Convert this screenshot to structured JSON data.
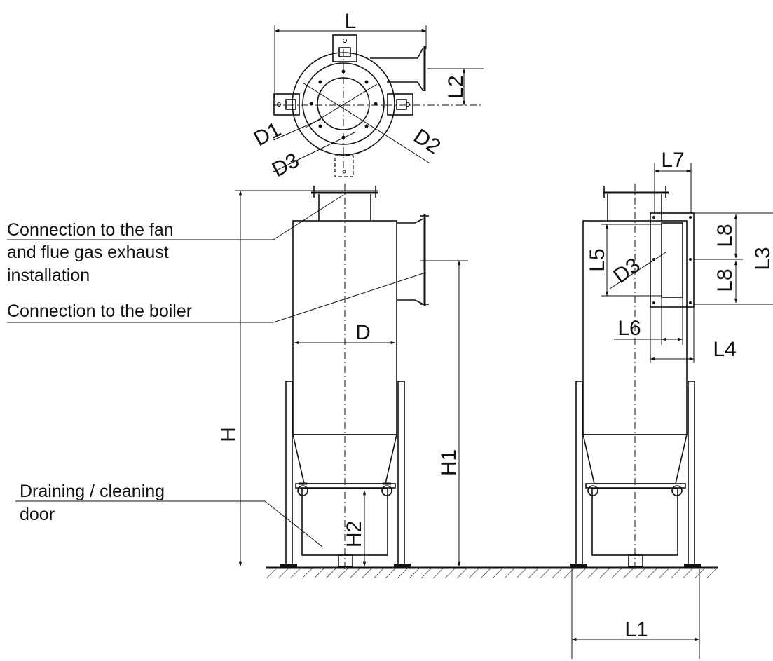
{
  "dimensions": {
    "L": "L",
    "L1": "L1",
    "L2": "L2",
    "L3": "L3",
    "L4": "L4",
    "L5": "L5",
    "L6": "L6",
    "L7": "L7",
    "L8": "L8",
    "D": "D",
    "D1": "D1",
    "D2": "D2",
    "D3": "D3",
    "H": "H",
    "H1": "H1",
    "H2": "H2"
  },
  "callouts": {
    "fan_line1": "Connection to the fan",
    "fan_line2": "and flue gas exhaust",
    "fan_line3": "installation",
    "boiler": "Connection to the boiler",
    "door_line1": "Draining / cleaning",
    "door_line2": "door"
  }
}
